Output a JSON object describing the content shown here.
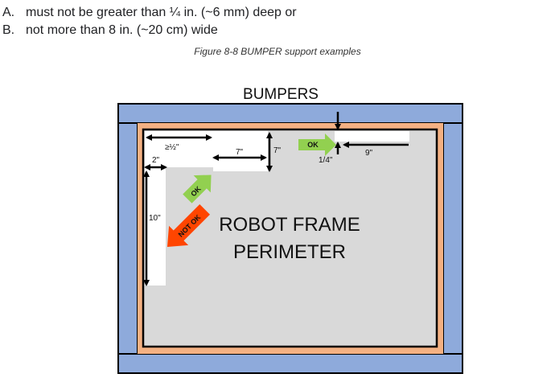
{
  "rules": [
    {
      "letter": "A.",
      "text": "must not be greater than ¼ in. (~6 mm) deep or"
    },
    {
      "letter": "B.",
      "text": "not more than 8 in. (~20 cm) wide"
    }
  ],
  "caption": "Figure 8-8 BUMPER support examples",
  "figure": {
    "title": "BUMPERS",
    "frame_label_line1": "ROBOT FRAME",
    "frame_label_line2": "PERIMETER",
    "dims": {
      "half": "≥½\"",
      "two": "2\"",
      "ten": "10\"",
      "seven_h": "7\"",
      "seven_v": "7\"",
      "quarter": "1/4\"",
      "nine": "9\""
    },
    "arrows": {
      "ok_diag": "OK",
      "not_ok": "NOT OK",
      "ok_top": "OK"
    },
    "colors": {
      "bumper_blue": "#8eaadb",
      "frame_orange": "#f4b183",
      "frame_gray": "#d9d9d9",
      "ok_green": "#92d050",
      "not_ok_red": "#ff4500"
    }
  }
}
